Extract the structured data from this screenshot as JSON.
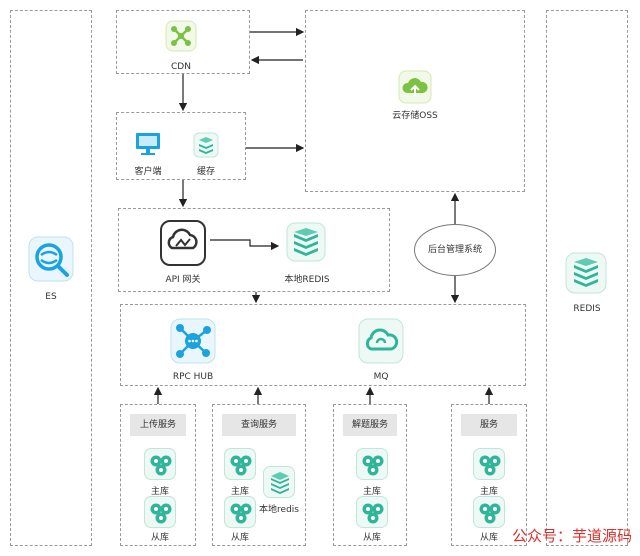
{
  "labels": {
    "es": "ES",
    "redis": "REDIS",
    "cdn": "CDN",
    "oss": "云存储OSS",
    "client": "客户端",
    "cache": "缓存",
    "api_gateway": "API 网关",
    "local_redis": "本地REDIS",
    "admin_system": "后台管理系统",
    "rpc_hub": "RPC HUB",
    "mq": "MQ"
  },
  "services": [
    {
      "title": "上传服务",
      "master": "主库",
      "slave": "从库"
    },
    {
      "title": "查询服务",
      "master": "主库",
      "slave": "从库",
      "local": "本地redis"
    },
    {
      "title": "解题服务",
      "master": "主库",
      "slave": "从库"
    },
    {
      "title": "服务",
      "master": "主库",
      "slave": "从库"
    }
  ],
  "watermark": "公众号：芋道源码",
  "colors": {
    "teal": "#2eb59a",
    "blue": "#1aa3e0",
    "green": "#7cc242",
    "dark": "#333333"
  }
}
